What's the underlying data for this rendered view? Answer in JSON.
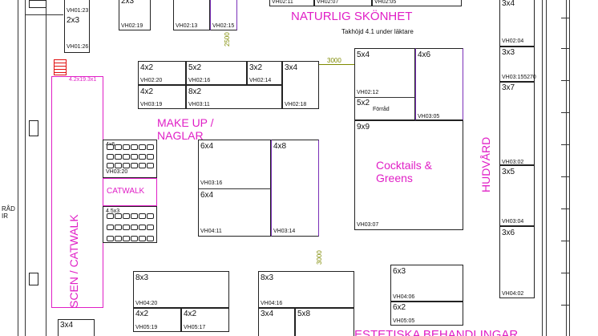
{
  "labels": {
    "naturlig": "NATURLIG SKÖNHET",
    "takhojd": "Takhöjd 4.1 under läktare",
    "makeup": "MAKE UP /\nNAGLAR",
    "cocktails": "Cocktails &\nGreens",
    "hudvard": "HUDVÅRD",
    "scen": "SCEN / CATWALK",
    "catwalk": "CATWALK",
    "estetiska": "ESTETISKA BEHANDLINGAR",
    "stage_dim": "4.2x19.3x1",
    "left_partial": "RÅD\nIR"
  },
  "dimensions": [
    "2500",
    "3000",
    "3000"
  ],
  "booths": [
    {
      "size": "2x3",
      "id": "VH01:23"
    },
    {
      "size": "",
      "id": "VH01:26"
    },
    {
      "size": "2x3",
      "id": ""
    },
    {
      "size": "",
      "id": "VH02:19"
    },
    {
      "size": "",
      "id": "VH02:13"
    },
    {
      "size": "",
      "id": "VH02:15"
    },
    {
      "size": "",
      "id": "VH02:11"
    },
    {
      "size": "",
      "id": "VH02:07"
    },
    {
      "size": "",
      "id": "VH02:05"
    },
    {
      "size": "4x2",
      "id": "VH02:20"
    },
    {
      "size": "5x2",
      "id": "VH02:16"
    },
    {
      "size": "3x2",
      "id": "VH02:14"
    },
    {
      "size": "3x4",
      "id": "VH02:18"
    },
    {
      "size": "4x2",
      "id": "VH03:19"
    },
    {
      "size": "8x2",
      "id": "VH03:11"
    },
    {
      "size": "5x4",
      "id": "VH02:12"
    },
    {
      "size": "4x6",
      "id": "VH03:05"
    },
    {
      "size": "5x2",
      "id": "Förråd"
    },
    {
      "size": "9x9",
      "id": "VH03:07"
    },
    {
      "size": "6x4",
      "id": "VH03:16"
    },
    {
      "size": "4x8",
      "id": "VH03:14"
    },
    {
      "size": "6x4",
      "id": "VH04:11"
    },
    {
      "size": "3x4",
      "id": "VH02:04"
    },
    {
      "size": "3x3",
      "id": "VH03:155270"
    },
    {
      "size": "3x7",
      "id": ""
    },
    {
      "size": "3x5",
      "id": "VH03:02"
    },
    {
      "size": "3x6",
      "id": "VH03:04"
    },
    {
      "size": "",
      "id": "VH04:02"
    },
    {
      "size": "6x3",
      "id": "VH04:06"
    },
    {
      "size": "6x2",
      "id": "VH05:05"
    },
    {
      "size": "8x3",
      "id": "VH04:20"
    },
    {
      "size": "4x2",
      "id": "VH05:19"
    },
    {
      "size": "4x2",
      "id": "VH05:17"
    },
    {
      "size": "8x3",
      "id": "VH04:16"
    },
    {
      "size": "3x4",
      "id": ""
    },
    {
      "size": "5x8",
      "id": ""
    },
    {
      "size": "3x4",
      "id": ""
    },
    {
      "size": "4x6",
      "id": "VH03:20"
    },
    {
      "size": "4.5x3",
      "id": ""
    }
  ]
}
